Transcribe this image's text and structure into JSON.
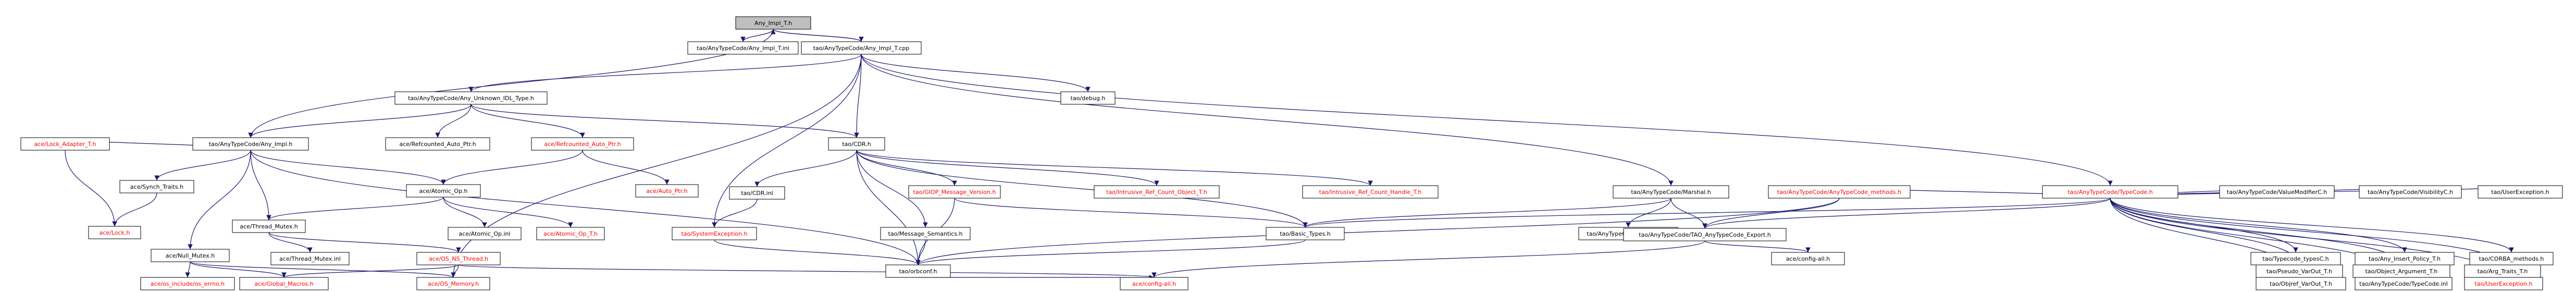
{
  "colors": {
    "root_fill": "#bfbfbf",
    "node_fill": "#ffffff",
    "text_normal": "#000000",
    "text_missing": "#ff0000",
    "edge_color": "#191970"
  },
  "nodes": [
    {
      "id": "n0",
      "label": "Any_Impl_T.h",
      "missing": false,
      "root": true
    },
    {
      "id": "n1",
      "label": "tao/AnyTypeCode/Any_Impl_T.inl",
      "missing": false
    },
    {
      "id": "n2",
      "label": "tao/AnyTypeCode/Any_Impl_T.cpp",
      "missing": false
    },
    {
      "id": "n3",
      "label": "tao/AnyTypeCode/Any_Unknown_IDL_Type.h",
      "missing": false
    },
    {
      "id": "n4",
      "label": "tao/debug.h",
      "missing": false
    },
    {
      "id": "n5",
      "label": "ace/Lock_Adapter_T.h",
      "missing": true
    },
    {
      "id": "n6",
      "label": "tao/AnyTypeCode/Any_Impl.h",
      "missing": false
    },
    {
      "id": "n7",
      "label": "ace/Refcounted_Auto_Ptr.h",
      "missing": false
    },
    {
      "id": "n8",
      "label": "ace/Refcounted_Auto_Ptr.h",
      "missing": true
    },
    {
      "id": "n9",
      "label": "tao/CDR.h",
      "missing": false
    },
    {
      "id": "n10",
      "label": "tao/AnyTypeCode/TypeCode.h",
      "missing": true
    },
    {
      "id": "n11",
      "label": "ace/Synch_Traits.h",
      "missing": false
    },
    {
      "id": "n12",
      "label": "ace/Lock.h",
      "missing": true
    },
    {
      "id": "n13",
      "label": "ace/Atomic_Op.h",
      "missing": false
    },
    {
      "id": "n14",
      "label": "ace/Auto_Ptr.h",
      "missing": true
    },
    {
      "id": "n15",
      "label": "tao/CDR.inl",
      "missing": false
    },
    {
      "id": "n16",
      "label": "tao/GIOP_Message_Version.h",
      "missing": true
    },
    {
      "id": "n17",
      "label": "tao/Intrusive_Ref_Count_Object_T.h",
      "missing": true
    },
    {
      "id": "n18",
      "label": "tao/Intrusive_Ref_Count_Handle_T.h",
      "missing": true
    },
    {
      "id": "n19",
      "label": "tao/AnyTypeCode/Marshal.h",
      "missing": false
    },
    {
      "id": "n20",
      "label": "tao/AnyTypeCode/AnyTypeCode_methods.h",
      "missing": true
    },
    {
      "id": "n21",
      "label": "ace/Thread_Mutex.h",
      "missing": false
    },
    {
      "id": "n22",
      "label": "ace/Atomic_Op.inl",
      "missing": false
    },
    {
      "id": "n23",
      "label": "ace/Atomic_Op_T.h",
      "missing": true
    },
    {
      "id": "n24",
      "label": "tao/SystemException.h",
      "missing": true
    },
    {
      "id": "n25",
      "label": "tao/Message_Semantics.h",
      "missing": false
    },
    {
      "id": "n26",
      "label": "tao/Basic_Types.h",
      "missing": false
    },
    {
      "id": "n27",
      "label": "tao/AnyTypeCode/Marshal.inl",
      "missing": false
    },
    {
      "id": "n28",
      "label": "tao/AnyTypeCode/TAO_AnyTypeCode_Export.h",
      "missing": false
    },
    {
      "id": "n29",
      "label": "tao/AnyTypeCode/ValueModifierC.h",
      "missing": false
    },
    {
      "id": "n30",
      "label": "tao/AnyTypeCode/VisibilityC.h",
      "missing": false
    },
    {
      "id": "n31",
      "label": "tao/UserException.h",
      "missing": false
    },
    {
      "id": "n32",
      "label": "tao/Typecode_typesC.h",
      "missing": false
    },
    {
      "id": "n33",
      "label": "tao/Any_Insert_Policy_T.h",
      "missing": false
    },
    {
      "id": "n34",
      "label": "tao/CORBA_methods.h",
      "missing": false
    },
    {
      "id": "n35",
      "label": "tao/Pseudo_VarOut_T.h",
      "missing": false
    },
    {
      "id": "n36",
      "label": "tao/Object_Argument_T.h",
      "missing": false
    },
    {
      "id": "n37",
      "label": "tao/Arg_Traits_T.h",
      "missing": false
    },
    {
      "id": "n38",
      "label": "tao/Objref_VarOut_T.h",
      "missing": false
    },
    {
      "id": "n39",
      "label": "tao/AnyTypeCode/TypeCode.inl",
      "missing": false
    },
    {
      "id": "n40",
      "label": "tao/UserException.h",
      "missing": true
    },
    {
      "id": "n41",
      "label": "ace/Null_Mutex.h",
      "missing": false
    },
    {
      "id": "n42",
      "label": "ace/Thread_Mutex.inl",
      "missing": false
    },
    {
      "id": "n43",
      "label": "ace/OS_NS_Thread.h",
      "missing": true
    },
    {
      "id": "n44",
      "label": "tao/orbconf.h",
      "missing": false
    },
    {
      "id": "n45",
      "label": "ace/config-all.h",
      "missing": false
    },
    {
      "id": "n46",
      "label": "ace/os_include/os_errno.h",
      "missing": true
    },
    {
      "id": "n47",
      "label": "ace/Global_Macros.h",
      "missing": true
    },
    {
      "id": "n48",
      "label": "ace/OS_Memory.h",
      "missing": true
    },
    {
      "id": "n49",
      "label": "ace/config-all.h",
      "missing": true
    }
  ],
  "edges": [
    {
      "from": "n0",
      "to": "n1"
    },
    {
      "from": "n0",
      "to": "n2"
    },
    {
      "from": "n0",
      "to": "n6"
    },
    {
      "from": "n2",
      "to": "n0"
    },
    {
      "from": "n2",
      "to": "n3"
    },
    {
      "from": "n2",
      "to": "n4"
    },
    {
      "from": "n2",
      "to": "n9"
    },
    {
      "from": "n2",
      "to": "n10"
    },
    {
      "from": "n2",
      "to": "n19"
    },
    {
      "from": "n2",
      "to": "n24"
    },
    {
      "from": "n2",
      "to": "n48"
    },
    {
      "from": "n3",
      "to": "n6"
    },
    {
      "from": "n3",
      "to": "n7"
    },
    {
      "from": "n3",
      "to": "n8"
    },
    {
      "from": "n3",
      "to": "n9"
    },
    {
      "from": "n5",
      "to": "n12"
    },
    {
      "from": "n6",
      "to": "n5"
    },
    {
      "from": "n6",
      "to": "n11"
    },
    {
      "from": "n6",
      "to": "n13"
    },
    {
      "from": "n6",
      "to": "n21"
    },
    {
      "from": "n6",
      "to": "n41"
    },
    {
      "from": "n6",
      "to": "n44"
    },
    {
      "from": "n8",
      "to": "n13"
    },
    {
      "from": "n8",
      "to": "n14"
    },
    {
      "from": "n9",
      "to": "n15"
    },
    {
      "from": "n9",
      "to": "n16"
    },
    {
      "from": "n9",
      "to": "n17"
    },
    {
      "from": "n9",
      "to": "n18"
    },
    {
      "from": "n9",
      "to": "n25"
    },
    {
      "from": "n9",
      "to": "n26"
    },
    {
      "from": "n9",
      "to": "n44"
    },
    {
      "from": "n10",
      "to": "n20"
    },
    {
      "from": "n10",
      "to": "n26"
    },
    {
      "from": "n10",
      "to": "n28"
    },
    {
      "from": "n10",
      "to": "n29"
    },
    {
      "from": "n10",
      "to": "n30"
    },
    {
      "from": "n10",
      "to": "n31"
    },
    {
      "from": "n10",
      "to": "n32"
    },
    {
      "from": "n10",
      "to": "n33"
    },
    {
      "from": "n10",
      "to": "n34"
    },
    {
      "from": "n10",
      "to": "n35"
    },
    {
      "from": "n10",
      "to": "n36"
    },
    {
      "from": "n10",
      "to": "n37"
    },
    {
      "from": "n10",
      "to": "n38"
    },
    {
      "from": "n10",
      "to": "n39"
    },
    {
      "from": "n10",
      "to": "n40"
    },
    {
      "from": "n11",
      "to": "n12"
    },
    {
      "from": "n13",
      "to": "n21"
    },
    {
      "from": "n13",
      "to": "n22"
    },
    {
      "from": "n13",
      "to": "n23"
    },
    {
      "from": "n15",
      "to": "n24"
    },
    {
      "from": "n16",
      "to": "n26"
    },
    {
      "from": "n16",
      "to": "n44"
    },
    {
      "from": "n19",
      "to": "n26"
    },
    {
      "from": "n19",
      "to": "n27"
    },
    {
      "from": "n19",
      "to": "n28"
    },
    {
      "from": "n20",
      "to": "n28"
    },
    {
      "from": "n20",
      "to": "n44"
    },
    {
      "from": "n21",
      "to": "n42"
    },
    {
      "from": "n21",
      "to": "n43"
    },
    {
      "from": "n24",
      "to": "n44"
    },
    {
      "from": "n25",
      "to": "n44"
    },
    {
      "from": "n26",
      "to": "n44"
    },
    {
      "from": "n28",
      "to": "n45"
    },
    {
      "from": "n28",
      "to": "n49"
    },
    {
      "from": "n41",
      "to": "n46"
    },
    {
      "from": "n41",
      "to": "n47"
    },
    {
      "from": "n41",
      "to": "n48"
    },
    {
      "from": "n43",
      "to": "n47"
    },
    {
      "from": "n43",
      "to": "n48"
    },
    {
      "from": "n43",
      "to": "n49"
    },
    {
      "from": "n44",
      "to": "n49"
    }
  ]
}
